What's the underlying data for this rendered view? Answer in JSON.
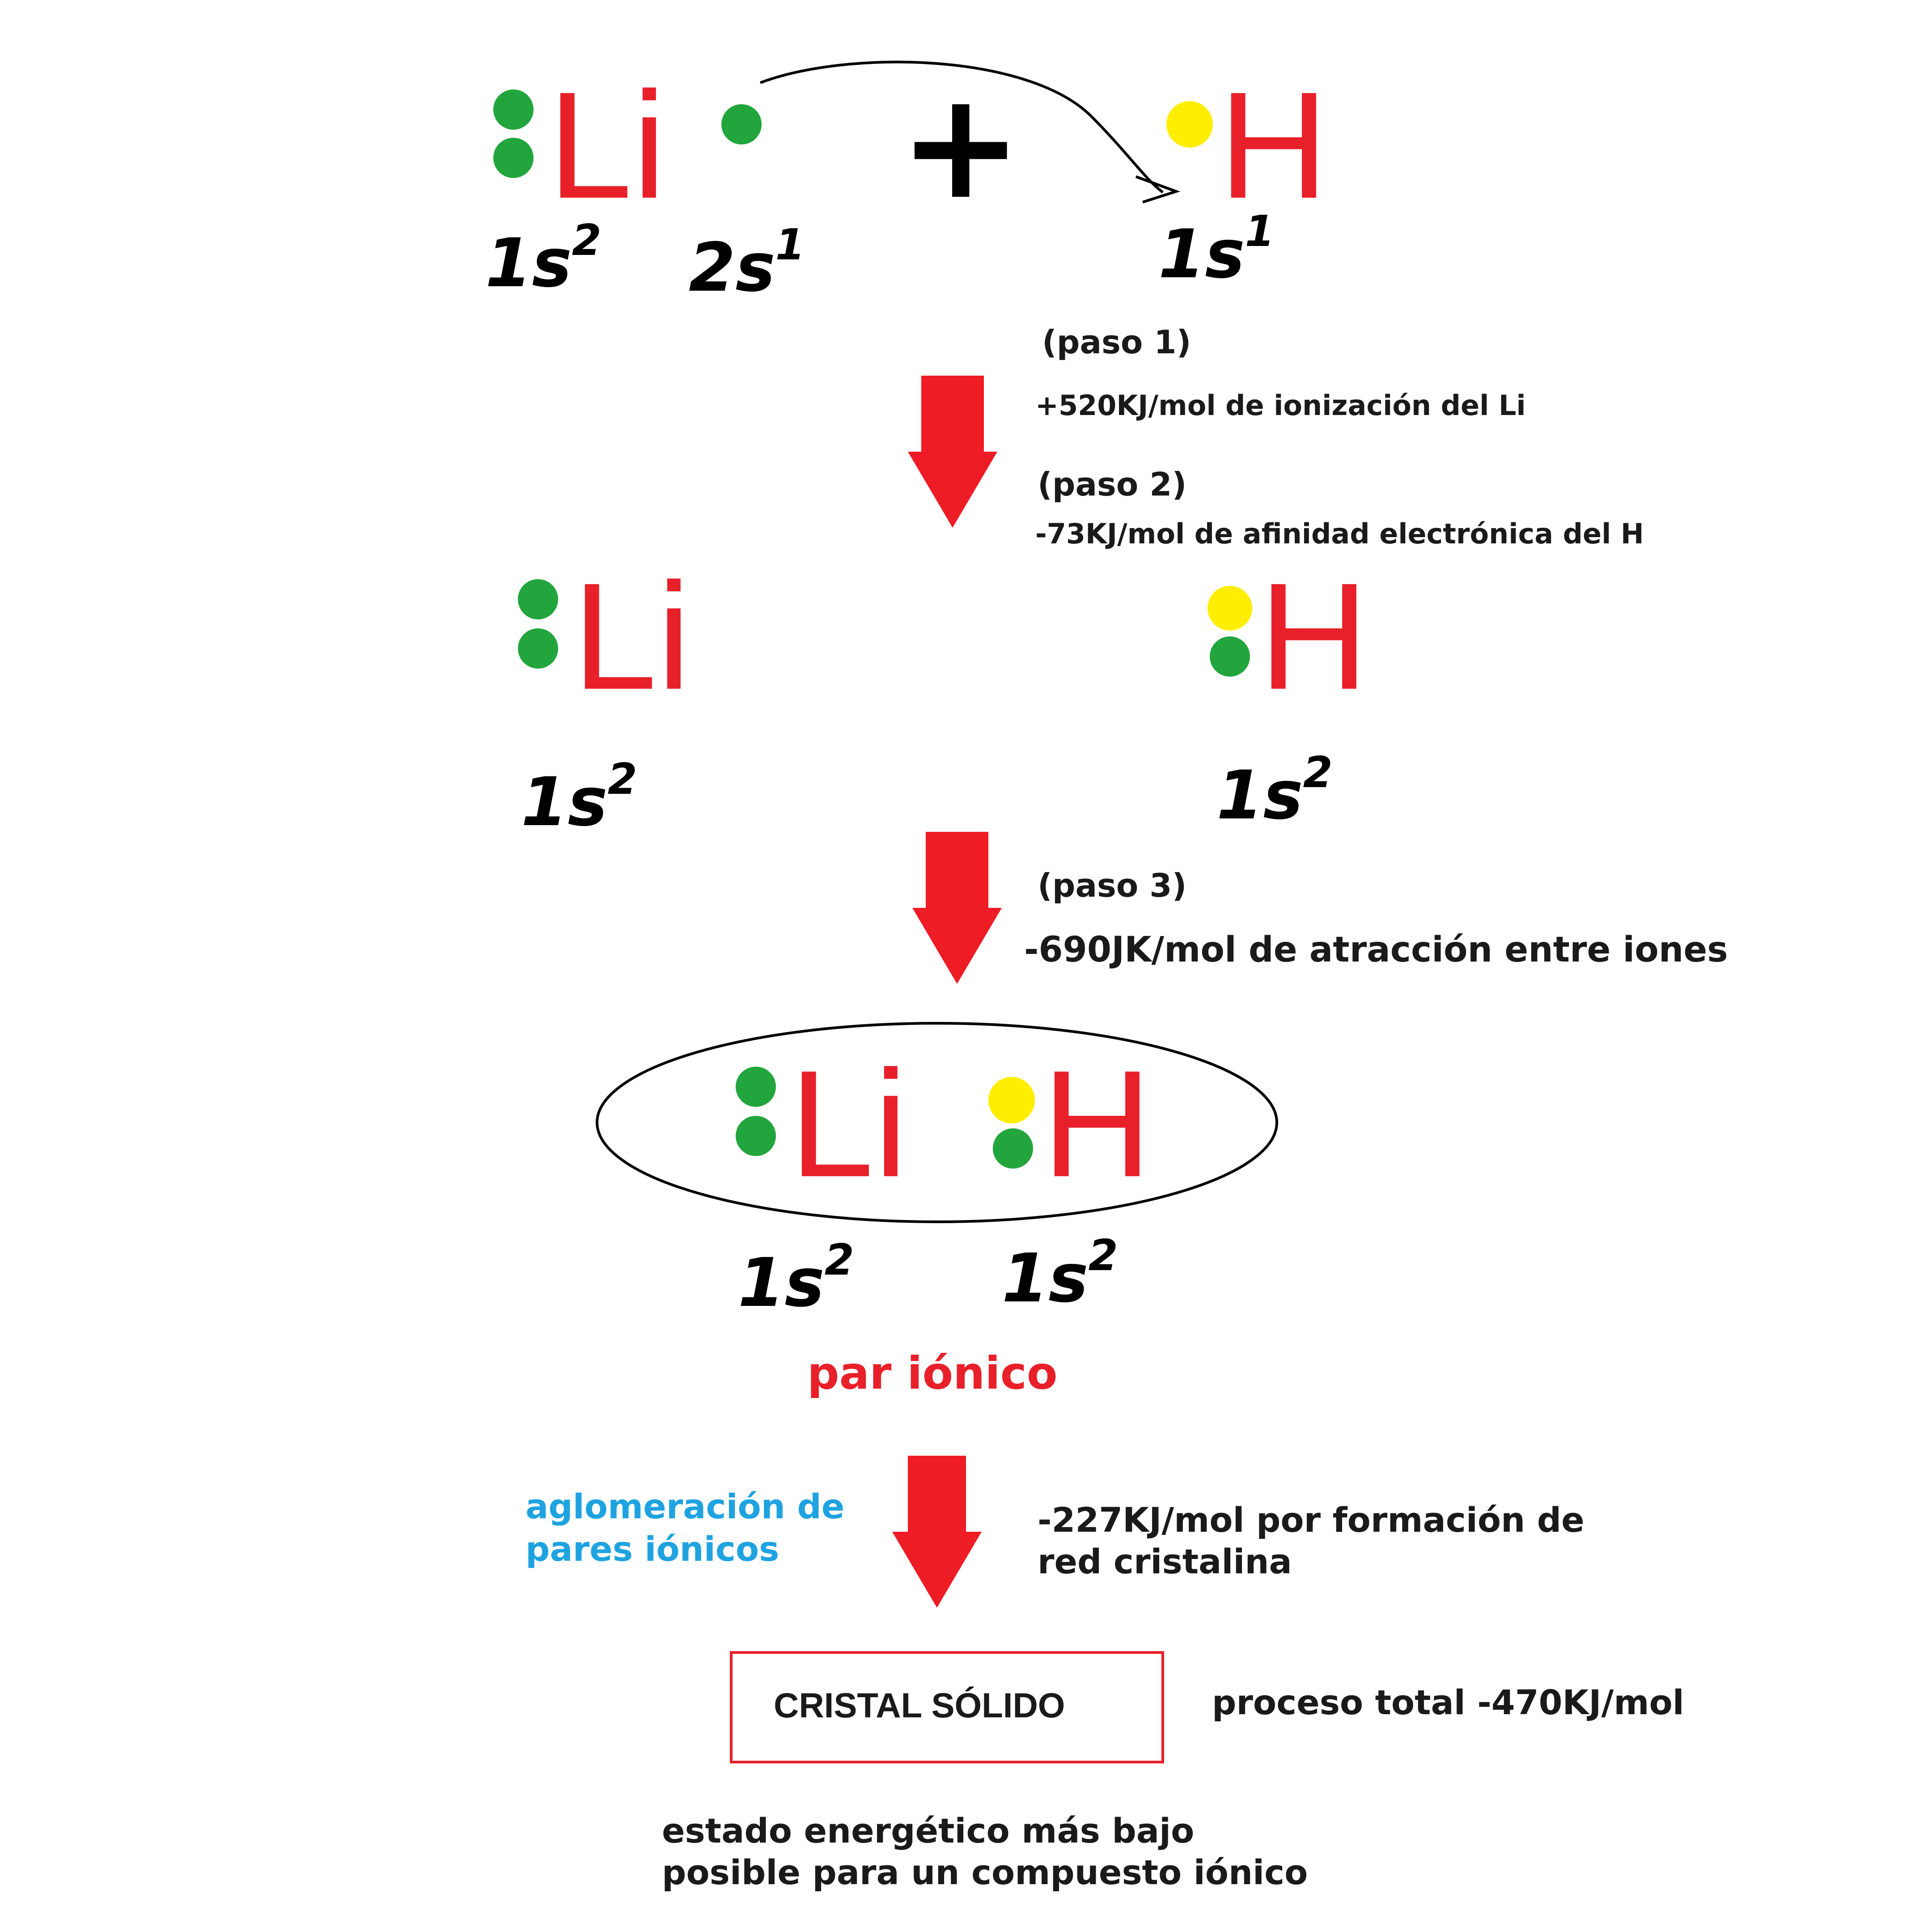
{
  "colors": {
    "element": "#e8202a",
    "lithium_electron": "#22a53c",
    "hydrogen_electron": "#ffee00",
    "arrow": "#ee1c25",
    "aglomeracion_text": "#1fa3e0",
    "par_ionico_text": "#e8202a",
    "box_border": "#e8202a"
  },
  "reactants": {
    "li_symbol": "Li",
    "li_config_1": "1s",
    "li_config_1_sup": "2",
    "li_config_2": "2s",
    "li_config_2_sup": "1",
    "plus": "+",
    "h_symbol": "H",
    "h_config": "1s",
    "h_config_sup": "1"
  },
  "step1": {
    "label": "(paso 1)",
    "energy": "+520KJ/mol de ionización del Li"
  },
  "step2": {
    "label": "(paso 2)",
    "energy": "-73KJ/mol de afinidad electrónica del H"
  },
  "ions": {
    "li_symbol": "Li",
    "li_config": "1s",
    "li_config_sup": "2",
    "h_symbol": "H",
    "h_config": "1s",
    "h_config_sup": "2"
  },
  "step3": {
    "label": "(paso 3)",
    "energy": "-690JK/mol de atracción entre iones"
  },
  "ion_pair": {
    "li_symbol": "Li",
    "h_symbol": "H",
    "li_config": "1s",
    "li_config_sup": "2",
    "h_config": "1s",
    "h_config_sup": "2",
    "caption": "par iónico"
  },
  "step4": {
    "left_line1": "aglomeración de",
    "left_line2": "pares iónicos",
    "energy_line1": "-227KJ/mol por formación de",
    "energy_line2": "red cristalina"
  },
  "result": {
    "box_label": "CRISTAL SÓLIDO",
    "total": "proceso total -470KJ/mol",
    "note_line1": "estado energético más bajo",
    "note_line2": "posible para un compuesto iónico"
  }
}
